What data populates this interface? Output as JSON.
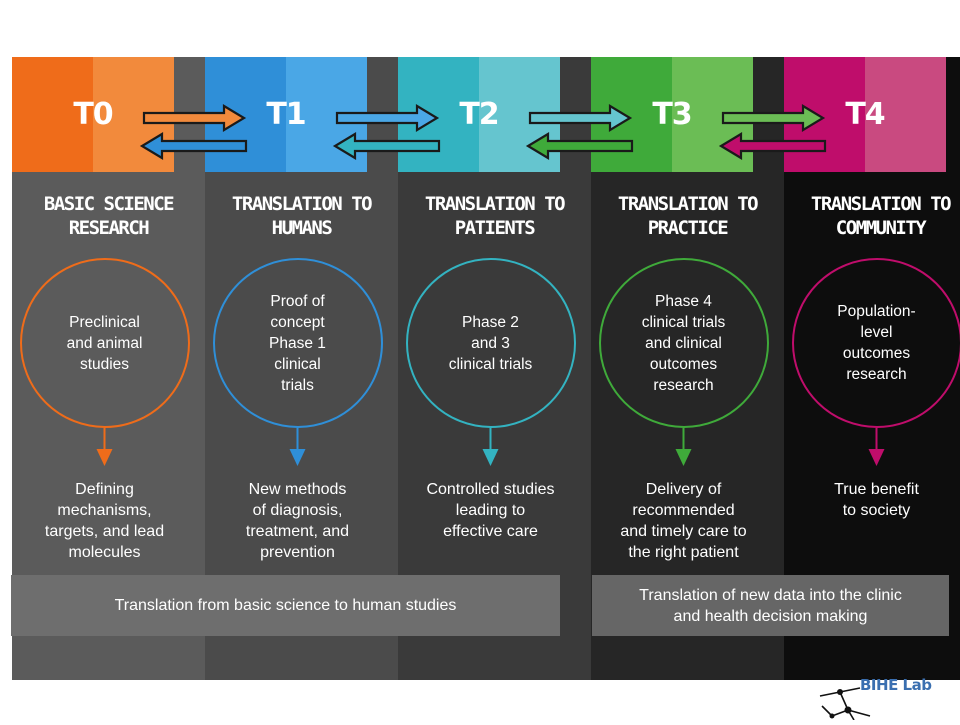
{
  "stages": [
    {
      "code": "T0",
      "heading": [
        "BASIC SCIENCE",
        "RESEARCH"
      ],
      "circle_text": [
        "Preclinical",
        "and animal",
        "studies"
      ],
      "outcome": [
        "Defining",
        "mechanisms,",
        "targets, and lead",
        "molecules"
      ],
      "color": "#ef6c1a",
      "color_light": "#f28a3c",
      "bg": "#5b5b5b"
    },
    {
      "code": "T1",
      "heading": [
        "TRANSLATION TO",
        "HUMANS"
      ],
      "circle_text": [
        "Proof of",
        "concept",
        "Phase 1",
        "clinical",
        "trials"
      ],
      "outcome": [
        "New methods",
        "of diagnosis,",
        "treatment, and",
        "prevention"
      ],
      "color": "#2f8fd8",
      "color_light": "#4aa7e6",
      "bg": "#4b4b4b"
    },
    {
      "code": "T2",
      "heading": [
        "TRANSLATION TO",
        "PATIENTS"
      ],
      "circle_text": [
        "Phase 2",
        "and 3",
        "clinical trials"
      ],
      "outcome": [
        "Controlled studies",
        "leading to",
        "effective care"
      ],
      "color": "#33b3c1",
      "color_light": "#65c5cf",
      "bg": "#3a3a3a"
    },
    {
      "code": "T3",
      "heading": [
        "TRANSLATION TO",
        "PRACTICE"
      ],
      "circle_text": [
        "Phase 4",
        "clinical trials",
        "and clinical",
        "outcomes",
        "research"
      ],
      "outcome": [
        "Delivery of",
        "recommended",
        "and timely care to",
        "the right patient"
      ],
      "color": "#3faa3a",
      "color_light": "#6bbd55",
      "bg": "#262626"
    },
    {
      "code": "T4",
      "heading": [
        "TRANSLATION TO",
        "COMMUNITY"
      ],
      "circle_text": [
        "Population-",
        "level",
        "outcomes",
        "research"
      ],
      "outcome": [
        "True benefit",
        "to society"
      ],
      "color": "#bf0d6b",
      "color_light": "#c94a80",
      "bg": "#0d0d0d"
    }
  ],
  "banners": [
    {
      "lines": [
        "Translation from basic science to human studies"
      ]
    },
    {
      "lines": [
        "Translation of new data into the clinic",
        "and health decision making"
      ]
    }
  ],
  "logo": {
    "text": "BIHE Lab"
  }
}
